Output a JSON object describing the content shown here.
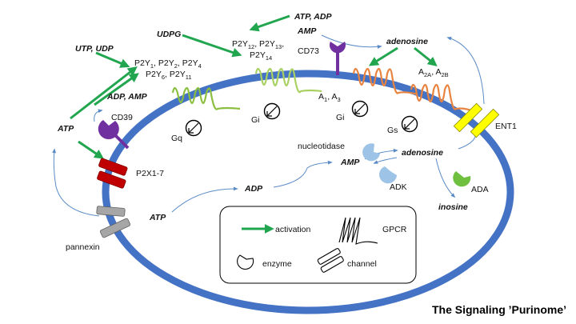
{
  "title": "The Signaling ’Purinome’",
  "ligands": {
    "utp_udp": "UTP, UDP",
    "udpg": "UDPG",
    "atp_adp_top": "ATP, ADP",
    "amp_top": "AMP",
    "adenosine_top": "adenosine",
    "adp_amp": "ADP, AMP",
    "atp_left": "ATP",
    "atp_inner": "ATP",
    "adp_inner": "ADP",
    "amp_inner": "AMP",
    "adenosine_inner": "adenosine",
    "inosine": "inosine"
  },
  "receptors": {
    "p2y_row1": [
      "P2Y",
      "1",
      ", P2Y",
      "2",
      ", P2Y",
      "4"
    ],
    "p2y_row2": [
      "P2Y",
      "6",
      ", P2Y",
      "11"
    ],
    "p2y12_row1": [
      "P2Y",
      "12",
      ", P2Y",
      "13",
      ","
    ],
    "p2y12_row2": [
      "P2Y",
      "14"
    ],
    "a1a3": [
      "A",
      "1",
      ", A",
      "3"
    ],
    "a2": [
      "A",
      "2A",
      ", A",
      "2B"
    ]
  },
  "proteins": {
    "cd39": "CD39",
    "cd73": "CD73",
    "p2x": "P2X1-7",
    "pannexin": "pannexin",
    "ent1": "ENT1",
    "nucleotidase": "nucleotidase",
    "adk": "ADK",
    "ada": "ADA"
  },
  "g_proteins": {
    "gq": "Gq",
    "gi_1": "Gi",
    "gi_2": "Gi",
    "gs": "Gs"
  },
  "legend": {
    "activation": "activation",
    "gpcr": "GPCR",
    "enzyme": "enzyme",
    "channel": "channel"
  },
  "colors": {
    "membrane": "#4472C4",
    "activation": "#21A64F",
    "thin_arrow": "#5B8BC6",
    "gq_receptor": "#8CBF3F",
    "gi_receptor": "#A9D161",
    "adenosine_receptor": "#E8843F",
    "cd39_cd73": "#7030A0",
    "p2x": "#C00000",
    "pannexin": "#A6A6A6",
    "ent1": "#FFFF00",
    "enzyme_blue": "#9DC3E6",
    "ada": "#70C040"
  }
}
